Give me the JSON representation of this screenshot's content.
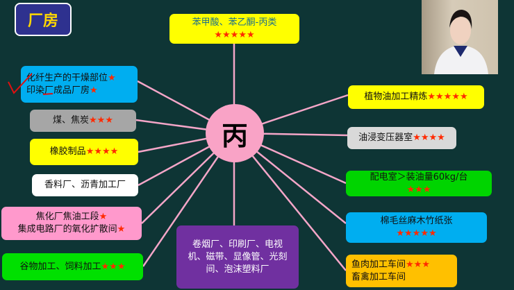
{
  "title": "厂房",
  "center": "丙",
  "nodes": {
    "top": {
      "text": "苯甲酸、苯乙酮-丙类",
      "stars": "★★★★★"
    },
    "l1": {
      "line1": "化纤生产的干燥部位",
      "stars1": "★",
      "line2": "印染厂成品厂房",
      "stars2": "★"
    },
    "l2": {
      "text": "煤、焦炭",
      "stars": "★★★"
    },
    "l3": {
      "text": "橡胶制品",
      "stars": "★★★★"
    },
    "l4": {
      "text": "香料厂、沥青加工厂"
    },
    "l5": {
      "line1": "焦化厂焦油工段",
      "stars1": "★",
      "line2": "集成电路厂的氧化扩散间",
      "stars2": "★"
    },
    "l6": {
      "text": "谷物加工、饲料加工",
      "stars": "★★★"
    },
    "bottom": {
      "text": "卷烟厂、印刷厂、电视机、磁带、显像管、光刻间、泡沫塑料厂"
    },
    "r1": {
      "text": "植物油加工精炼",
      "stars": "★★★★★"
    },
    "r2": {
      "text": "油浸变压器室",
      "stars": "★★★★"
    },
    "r3": {
      "text": "配电室＞装油量60kg/台",
      "stars": "★★★"
    },
    "r4": {
      "text": "棉毛丝麻木竹纸张",
      "stars": "★★★★★"
    },
    "r5": {
      "line1": "鱼肉加工车间",
      "stars1": "★★★",
      "line2": "畜禽加工车间"
    }
  },
  "colors": {
    "background": "#0e3535",
    "line": "#f4a6c8",
    "star": "#ff2a00"
  }
}
